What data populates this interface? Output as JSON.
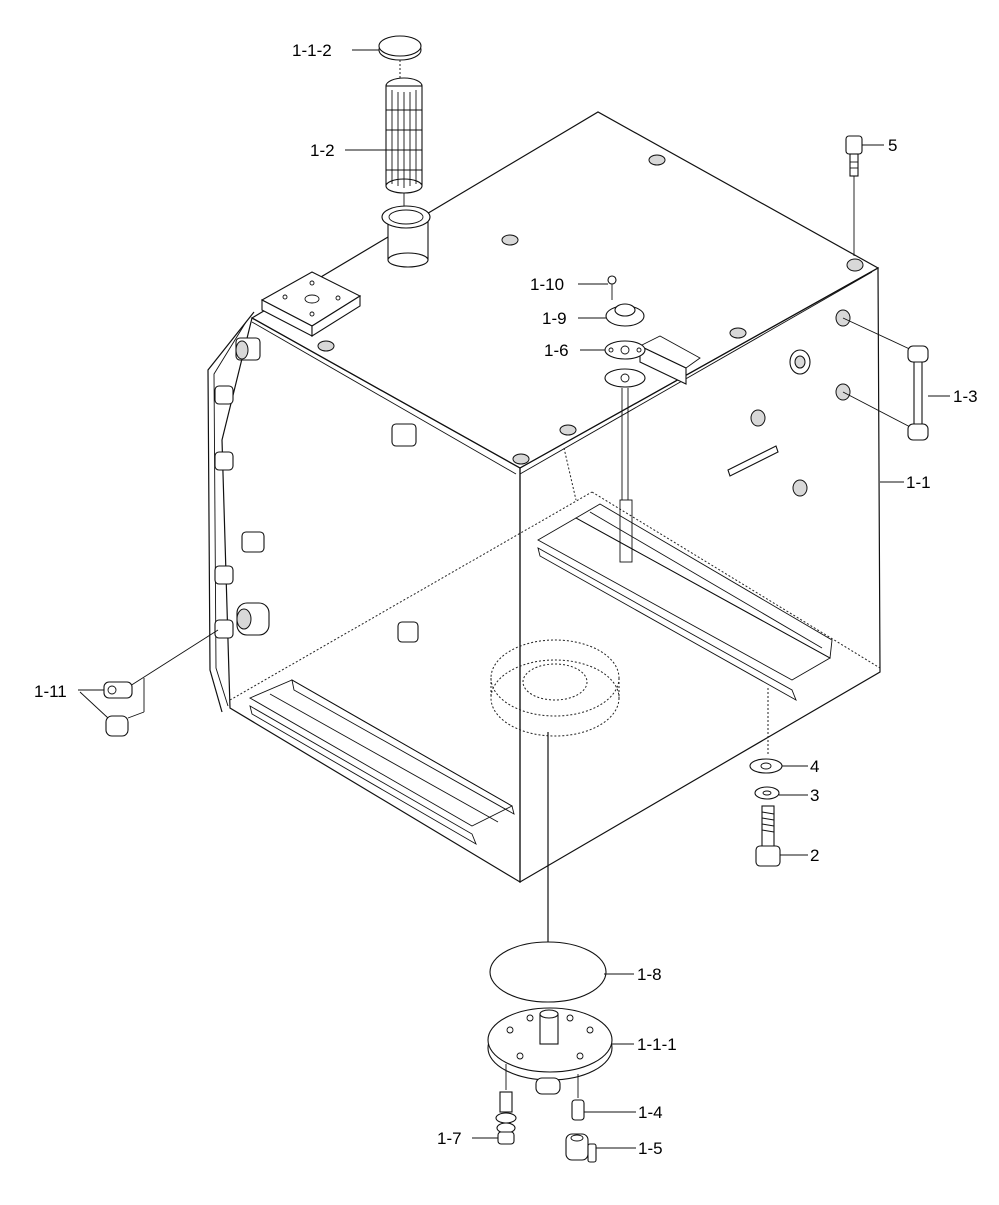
{
  "diagram": {
    "type": "exploded-parts-diagram",
    "callouts": {
      "c_1_1_2": "1-1-2",
      "c_1_2": "1-2",
      "c_5": "5",
      "c_1_10": "1-10",
      "c_1_9": "1-9",
      "c_1_6": "1-6",
      "c_1_3": "1-3",
      "c_1_1": "1-1",
      "c_1_11": "1-11",
      "c_4": "4",
      "c_3": "3",
      "c_2": "2",
      "c_1_8": "1-8",
      "c_1_1_1": "1-1-1",
      "c_1_4": "1-4",
      "c_1_7": "1-7",
      "c_1_5": "1-5"
    }
  }
}
